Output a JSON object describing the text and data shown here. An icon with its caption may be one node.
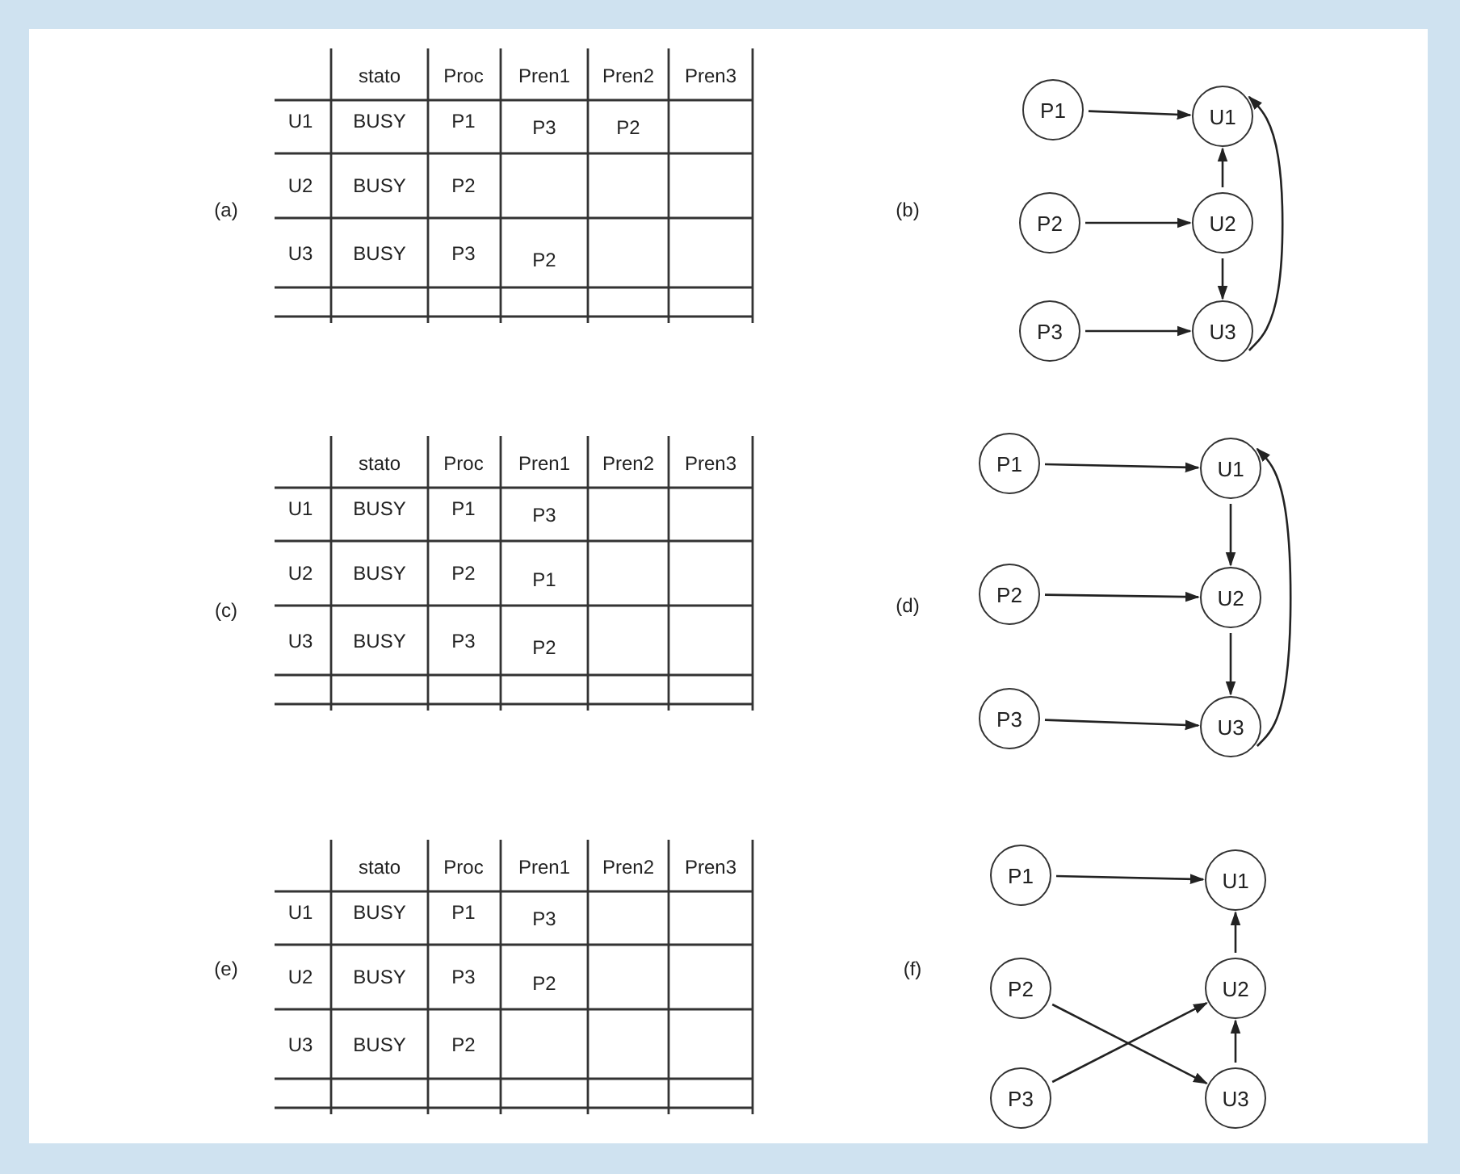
{
  "diagram": {
    "nodes": [
      {
        "text": [
          "P1"
        ]
      },
      {
        "text": [
          "U1"
        ]
      },
      {
        "text": [
          "P2"
        ]
      },
      {
        "text": [
          "U2"
        ]
      },
      {
        "text": [
          "P3"
        ]
      },
      {
        "text": [
          "U3"
        ]
      },
      {
        "text": [
          "P1"
        ]
      },
      {
        "text": [
          "U1"
        ]
      },
      {
        "text": [
          "P2"
        ]
      },
      {
        "text": [
          "U2"
        ]
      },
      {
        "text": [
          "P3"
        ]
      },
      {
        "text": [
          "U3"
        ]
      },
      {
        "text": [
          "P1"
        ]
      },
      {
        "text": [
          "U1"
        ]
      },
      {
        "text": [
          "P2"
        ]
      },
      {
        "text": [
          "U2"
        ]
      },
      {
        "text": [
          "P3"
        ]
      },
      {
        "text": [
          "U3"
        ]
      }
    ],
    "edges": [
      {
        "from": 0,
        "to": 1,
        "arrow": "to"
      },
      {
        "from": 2,
        "to": 3,
        "arrow": "to"
      },
      {
        "from": 4,
        "to": 5,
        "arrow": "to"
      },
      {
        "from": 3,
        "to": 1,
        "arrow": "to"
      },
      {
        "from": 3,
        "to": 5,
        "arrow": "to"
      },
      {
        "from": 5,
        "to": 1,
        "arrow": "to"
      },
      {
        "from": 6,
        "to": 7,
        "arrow": "to"
      },
      {
        "from": 7,
        "to": 9,
        "arrow": "to"
      },
      {
        "from": 8,
        "to": 9,
        "arrow": "to"
      },
      {
        "from": 9,
        "to": 11,
        "arrow": "to"
      },
      {
        "from": 10,
        "to": 11,
        "arrow": "to"
      },
      {
        "from": 11,
        "to": 7,
        "arrow": "to"
      },
      {
        "from": 12,
        "to": 13,
        "arrow": "to"
      },
      {
        "from": 15,
        "to": 13,
        "arrow": "to"
      },
      {
        "from": 14,
        "to": 17,
        "arrow": "to"
      },
      {
        "from": 16,
        "to": 15,
        "arrow": "to"
      },
      {
        "from": 17,
        "to": 15,
        "arrow": "to"
      }
    ],
    "labels": [
      "stato",
      "Proc",
      "Pren1",
      "Pren2",
      "Pren3",
      "U1",
      "BUSY",
      "P1",
      "P3",
      "P2",
      "U2",
      "BUSY",
      "P2",
      "U3",
      "BUSY",
      "P3",
      "P2",
      "(a)",
      "(b)",
      "stato",
      "Proc",
      "Pren1",
      "Pren2",
      "Pren3",
      "U1",
      "BUSY",
      "P1",
      "P3",
      "U2",
      "BUSY",
      "P2",
      "P1",
      "U3",
      "BUSY",
      "P3",
      "P2",
      "(c)",
      "(d)",
      "stato",
      "Proc",
      "Pren1",
      "Pren2",
      "Pren3",
      "U1",
      "BUSY",
      "P1",
      "P3",
      "U2",
      "BUSY",
      "P3",
      "P2",
      "U3",
      "BUSY",
      "P2",
      "(e)",
      "(f)"
    ]
  }
}
